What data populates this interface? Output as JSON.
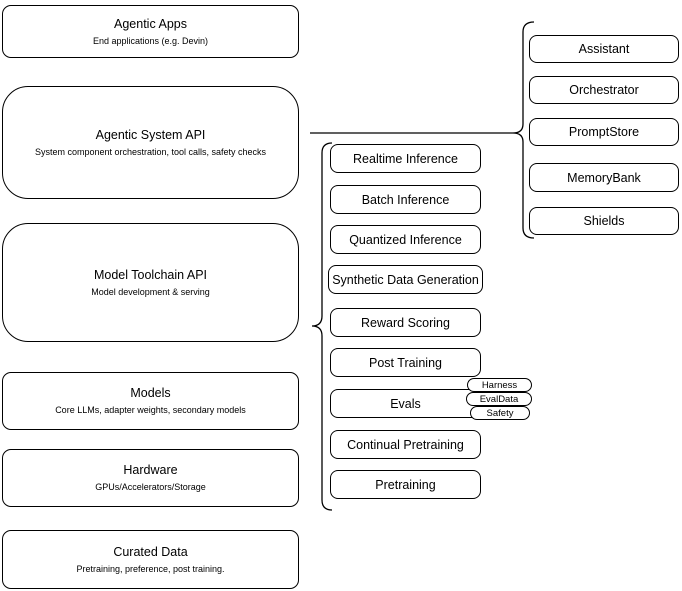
{
  "diagram": {
    "stack": [
      {
        "title": "Agentic Apps",
        "subtitle": "End applications (e.g. Devin)"
      },
      {
        "title": "Agentic System API",
        "subtitle": "System component orchestration, tool calls, safety checks"
      },
      {
        "title": "Model Toolchain API",
        "subtitle": "Model development & serving"
      },
      {
        "title": "Models",
        "subtitle": "Core LLMs, adapter weights, secondary models"
      },
      {
        "title": "Hardware",
        "subtitle": "GPUs/Accelerators/Storage"
      },
      {
        "title": "Curated Data",
        "subtitle": "Pretraining, preference, post training."
      }
    ],
    "toolchain": {
      "items": [
        "Realtime Inference",
        "Batch Inference",
        "Quantized Inference",
        "Synthetic Data Generation",
        "Reward Scoring",
        "Post Training",
        "Evals",
        "Continual Pretraining",
        "Pretraining"
      ]
    },
    "eval_tags": [
      "Harness",
      "EvalData",
      "Safety"
    ],
    "system_components": [
      "Assistant",
      "Orchestrator",
      "PromptStore",
      "MemoryBank",
      "Shields"
    ],
    "colors": {
      "stroke": "#000000",
      "fill": "#ffffff",
      "background": "#ffffff",
      "text": "#000000"
    }
  }
}
